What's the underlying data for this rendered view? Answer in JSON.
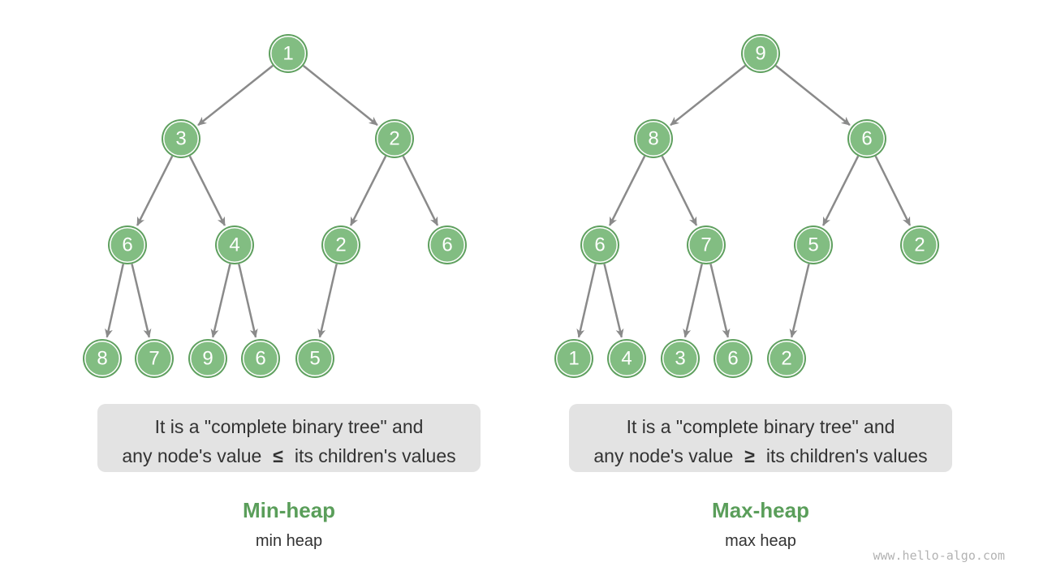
{
  "colors": {
    "node_fill": "#82bd82",
    "node_ring": "#5fa05f",
    "edge": "#8a8a8a",
    "box_bg": "#e3e3e3",
    "title": "#5a9e5a",
    "text": "#333333",
    "watermark": "#b3b3b3"
  },
  "min_heap": {
    "values": [
      "1",
      "3",
      "2",
      "6",
      "4",
      "2",
      "6",
      "8",
      "7",
      "9",
      "6",
      "5"
    ],
    "description": {
      "line1": "It is a \"complete binary tree\" and",
      "line2_before": "any node's value",
      "symbol": "≤",
      "line2_after": "its children's values"
    },
    "title": "Min-heap",
    "subtitle": "min heap"
  },
  "max_heap": {
    "values": [
      "9",
      "8",
      "6",
      "6",
      "7",
      "5",
      "2",
      "1",
      "4",
      "3",
      "6",
      "2"
    ],
    "description": {
      "line1": "It is a \"complete binary tree\" and",
      "line2_before": "any node's value",
      "symbol": "≥",
      "line2_after": "its children's values"
    },
    "title": "Max-heap",
    "subtitle": "max heap"
  },
  "watermark": "www.hello-algo.com"
}
